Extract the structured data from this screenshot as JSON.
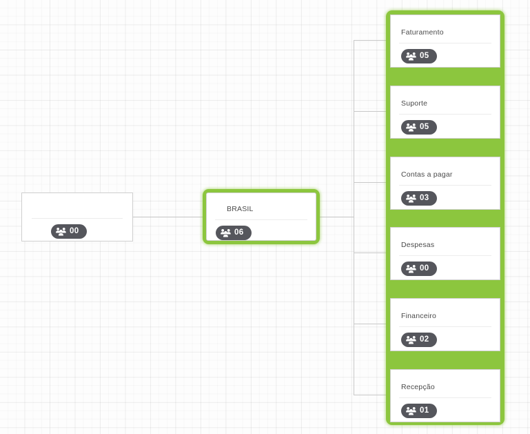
{
  "canvas": {
    "background_color": "#fdfdfd",
    "grid_color": "#ededed",
    "accent_color": "#8cc63e",
    "badge_color": "#55565c",
    "connector_color": "#c8c8c8"
  },
  "icons": {
    "people_icon": "group-of-people-icon"
  },
  "root_node": {
    "title": "",
    "member_count": "00",
    "selected": false
  },
  "brasil_node": {
    "title": "BRASIL",
    "member_count": "06",
    "selected": true
  },
  "departments": [
    {
      "title": "Faturamento",
      "member_count": "05"
    },
    {
      "title": "Suporte",
      "member_count": "05"
    },
    {
      "title": "Contas a pagar",
      "member_count": "03"
    },
    {
      "title": "Despesas",
      "member_count": "00"
    },
    {
      "title": "Financeiro",
      "member_count": "02"
    },
    {
      "title": "Recepção",
      "member_count": "01"
    }
  ]
}
